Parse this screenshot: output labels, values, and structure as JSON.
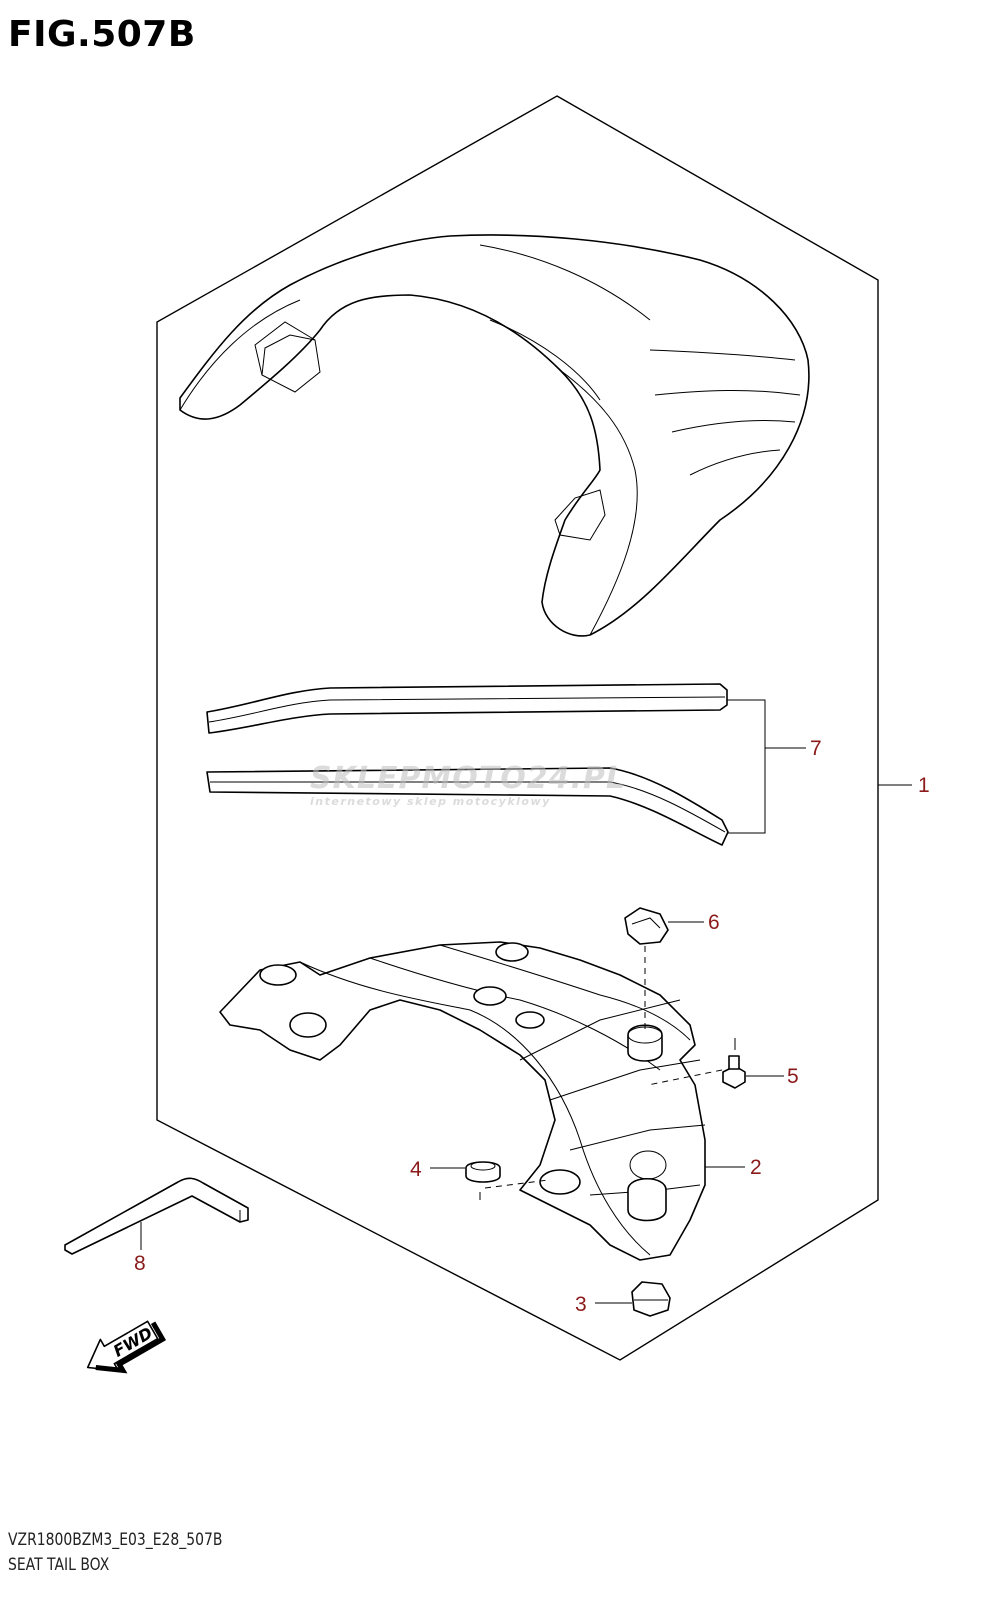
{
  "figure": {
    "title": "FIG.507B",
    "model_code": "VZR1800BZM3_E03_E28_507B",
    "name": "SEAT TAIL BOX"
  },
  "watermark": {
    "brand": "SKLEPMOTO24.PL",
    "tagline": "internetowy sklep motocyklowy"
  },
  "fwd_label": "FWD",
  "callouts": [
    {
      "id": "1",
      "label": "1"
    },
    {
      "id": "2",
      "label": "2"
    },
    {
      "id": "3",
      "label": "3"
    },
    {
      "id": "4",
      "label": "4"
    },
    {
      "id": "5",
      "label": "5"
    },
    {
      "id": "6",
      "label": "6"
    },
    {
      "id": "7",
      "label": "7"
    },
    {
      "id": "8",
      "label": "8"
    }
  ],
  "colors": {
    "callout": "#8b1a1a",
    "line": "#000000",
    "watermark_gray": "#bfbfbf",
    "watermark_red": "#e8453c"
  }
}
